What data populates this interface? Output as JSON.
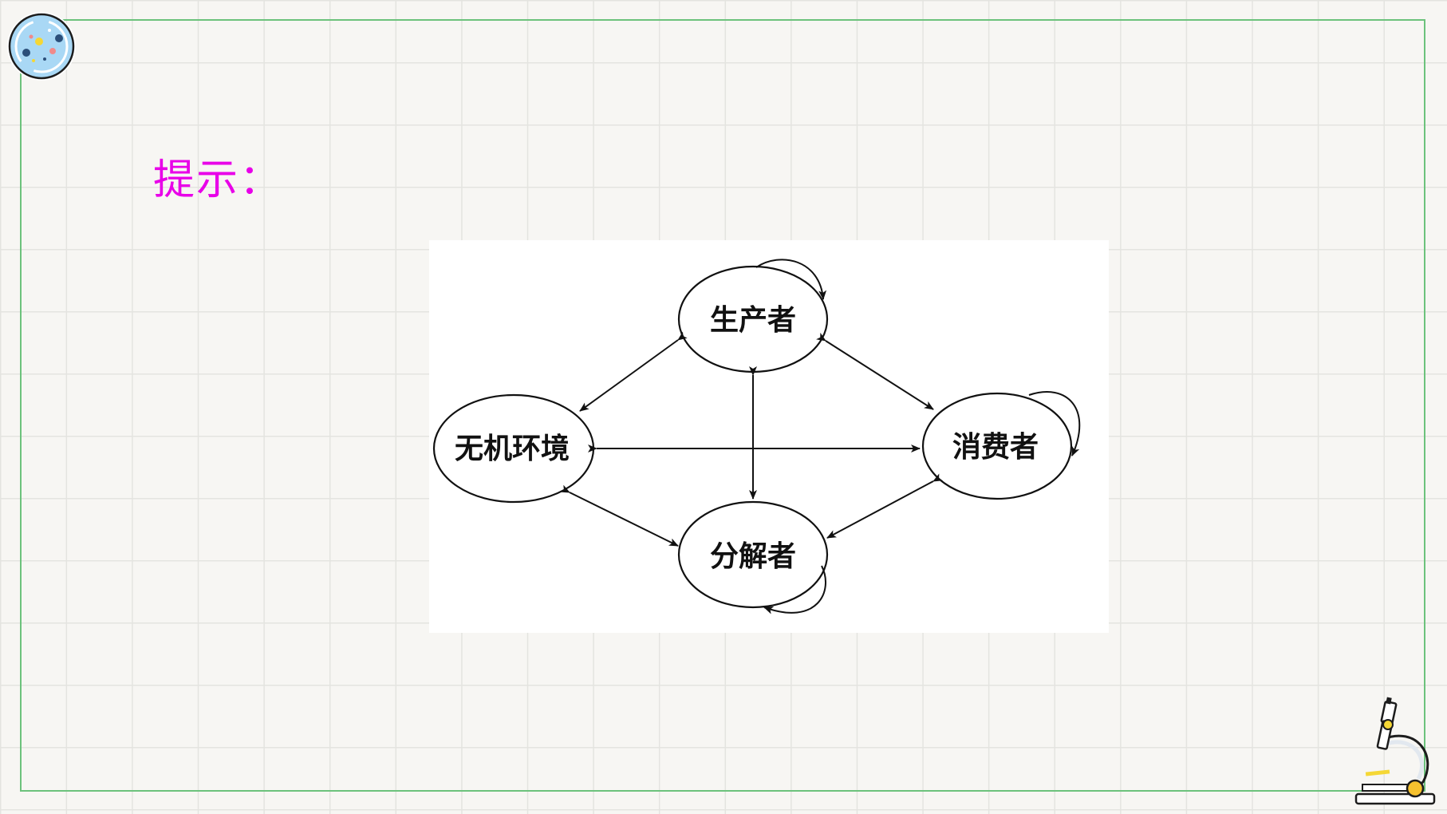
{
  "slide": {
    "prompt_label": "提示："
  },
  "decorations": {
    "badge": "petri-dish-badge",
    "corner": "microscope-icon"
  },
  "colors": {
    "frame_border": "#6cc27c",
    "prompt_text": "#e800e8",
    "grid_line": "#e4e4e0",
    "background": "#f7f6f3"
  },
  "diagram": {
    "nodes": {
      "producer": "生产者",
      "environment": "无机环境",
      "consumer": "消费者",
      "decomposer": "分解者"
    },
    "edges": [
      {
        "from": "producer",
        "to": "environment",
        "direction": "both"
      },
      {
        "from": "producer",
        "to": "consumer",
        "direction": "both"
      },
      {
        "from": "producer",
        "to": "decomposer",
        "direction": "both"
      },
      {
        "from": "environment",
        "to": "consumer",
        "direction": "both"
      },
      {
        "from": "environment",
        "to": "decomposer",
        "direction": "both"
      },
      {
        "from": "consumer",
        "to": "decomposer",
        "direction": "both"
      },
      {
        "from": "producer",
        "to": "producer",
        "direction": "self"
      },
      {
        "from": "consumer",
        "to": "consumer",
        "direction": "self"
      },
      {
        "from": "decomposer",
        "to": "decomposer",
        "direction": "self"
      }
    ]
  }
}
